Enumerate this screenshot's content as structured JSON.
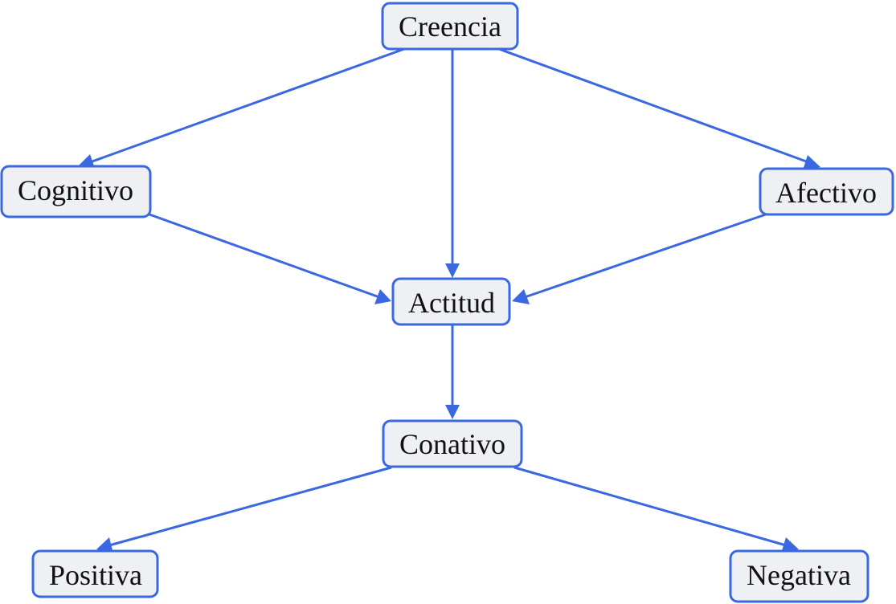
{
  "diagram": {
    "colors": {
      "edge": "#3a68e0",
      "node_fill": "#eef0f3",
      "node_border": "#3a68e0",
      "text": "#111111"
    },
    "nodes": {
      "creencia": {
        "label": "Creencia"
      },
      "cognitivo": {
        "label": "Cognitivo"
      },
      "afectivo": {
        "label": "Afectivo"
      },
      "actitud": {
        "label": "Actitud"
      },
      "conativo": {
        "label": "Conativo"
      },
      "positiva": {
        "label": "Positiva"
      },
      "negativa": {
        "label": "Negativa"
      }
    },
    "edges": [
      {
        "from": "creencia",
        "to": "cognitivo"
      },
      {
        "from": "creencia",
        "to": "actitud"
      },
      {
        "from": "creencia",
        "to": "afectivo"
      },
      {
        "from": "cognitivo",
        "to": "actitud"
      },
      {
        "from": "afectivo",
        "to": "actitud"
      },
      {
        "from": "actitud",
        "to": "conativo"
      },
      {
        "from": "conativo",
        "to": "positiva"
      },
      {
        "from": "conativo",
        "to": "negativa"
      }
    ]
  }
}
